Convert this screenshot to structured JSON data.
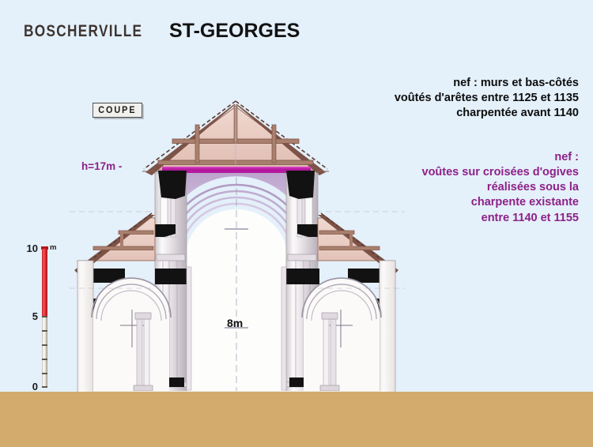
{
  "page": {
    "background_color": "#e4f0fa",
    "ground_color": "#d2ab6d"
  },
  "header": {
    "site_name": "BOSCHERVILLE",
    "church_name": "ST-GEORGES"
  },
  "badge": {
    "label": "COUPE"
  },
  "annotations": {
    "nave_walls": {
      "text": "nef : murs et bas-côtés\nvoûtés d'arêtes entre 1125 et 1135\ncharpentée avant 1140",
      "color": "#0d0d0d"
    },
    "nave_vaults": {
      "text": "nef :\nvoûtes sur croisées d'ogives\nréalisées sous la\ncharpente existante\nentre 1140 et 1155",
      "color": "#8e2187"
    },
    "height_label": {
      "text": "h=17m -",
      "color": "#8e2187"
    },
    "width_label": {
      "text": "8m",
      "color": "#111111"
    }
  },
  "scale": {
    "unit": "m",
    "top_label": "10",
    "mid_label": "5",
    "bottom_label": "0",
    "red_color": "#d4262c",
    "grey_color": "#e8e4dc"
  },
  "drawing": {
    "title": "Cross-section of the abbey church of Saint-Georges de Boscherville",
    "type": "architectural-section",
    "roof_infill_color": "#e8c9c0",
    "roof_timber_color": "#8a5f52",
    "vault_line_color": "#b5189f",
    "nave_arch_color": "#c3a8cf",
    "masonry_cut_color": "#111111",
    "wall_fill_color": "#f7f5f2",
    "nave_clear_height_m": 17,
    "nave_clear_width_m": 8
  }
}
